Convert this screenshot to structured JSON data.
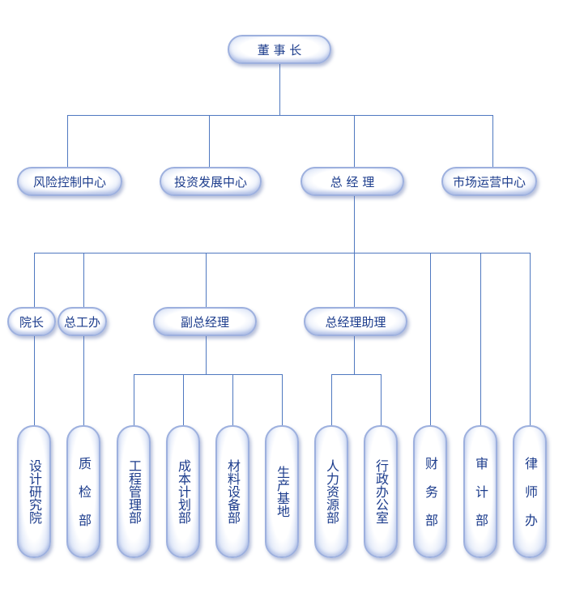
{
  "top": "董 事 长",
  "level2": [
    "风险控制中心",
    "投资发展中心",
    "总 经 理",
    "市场运营中心"
  ],
  "level3": [
    "院长",
    "总工办",
    "副总经理",
    "总经理助理"
  ],
  "bottom": [
    "设计研究院",
    "质 检 部",
    "工程管理部",
    "成本计划部",
    "材料设备部",
    "生产基地",
    "人力资源部",
    "行政办公室",
    "财 务 部",
    "审 计 部",
    "律 师 办"
  ],
  "colors": {
    "line": "#4f78c0",
    "text": "#1c3c8c",
    "border": "#9db0de"
  }
}
